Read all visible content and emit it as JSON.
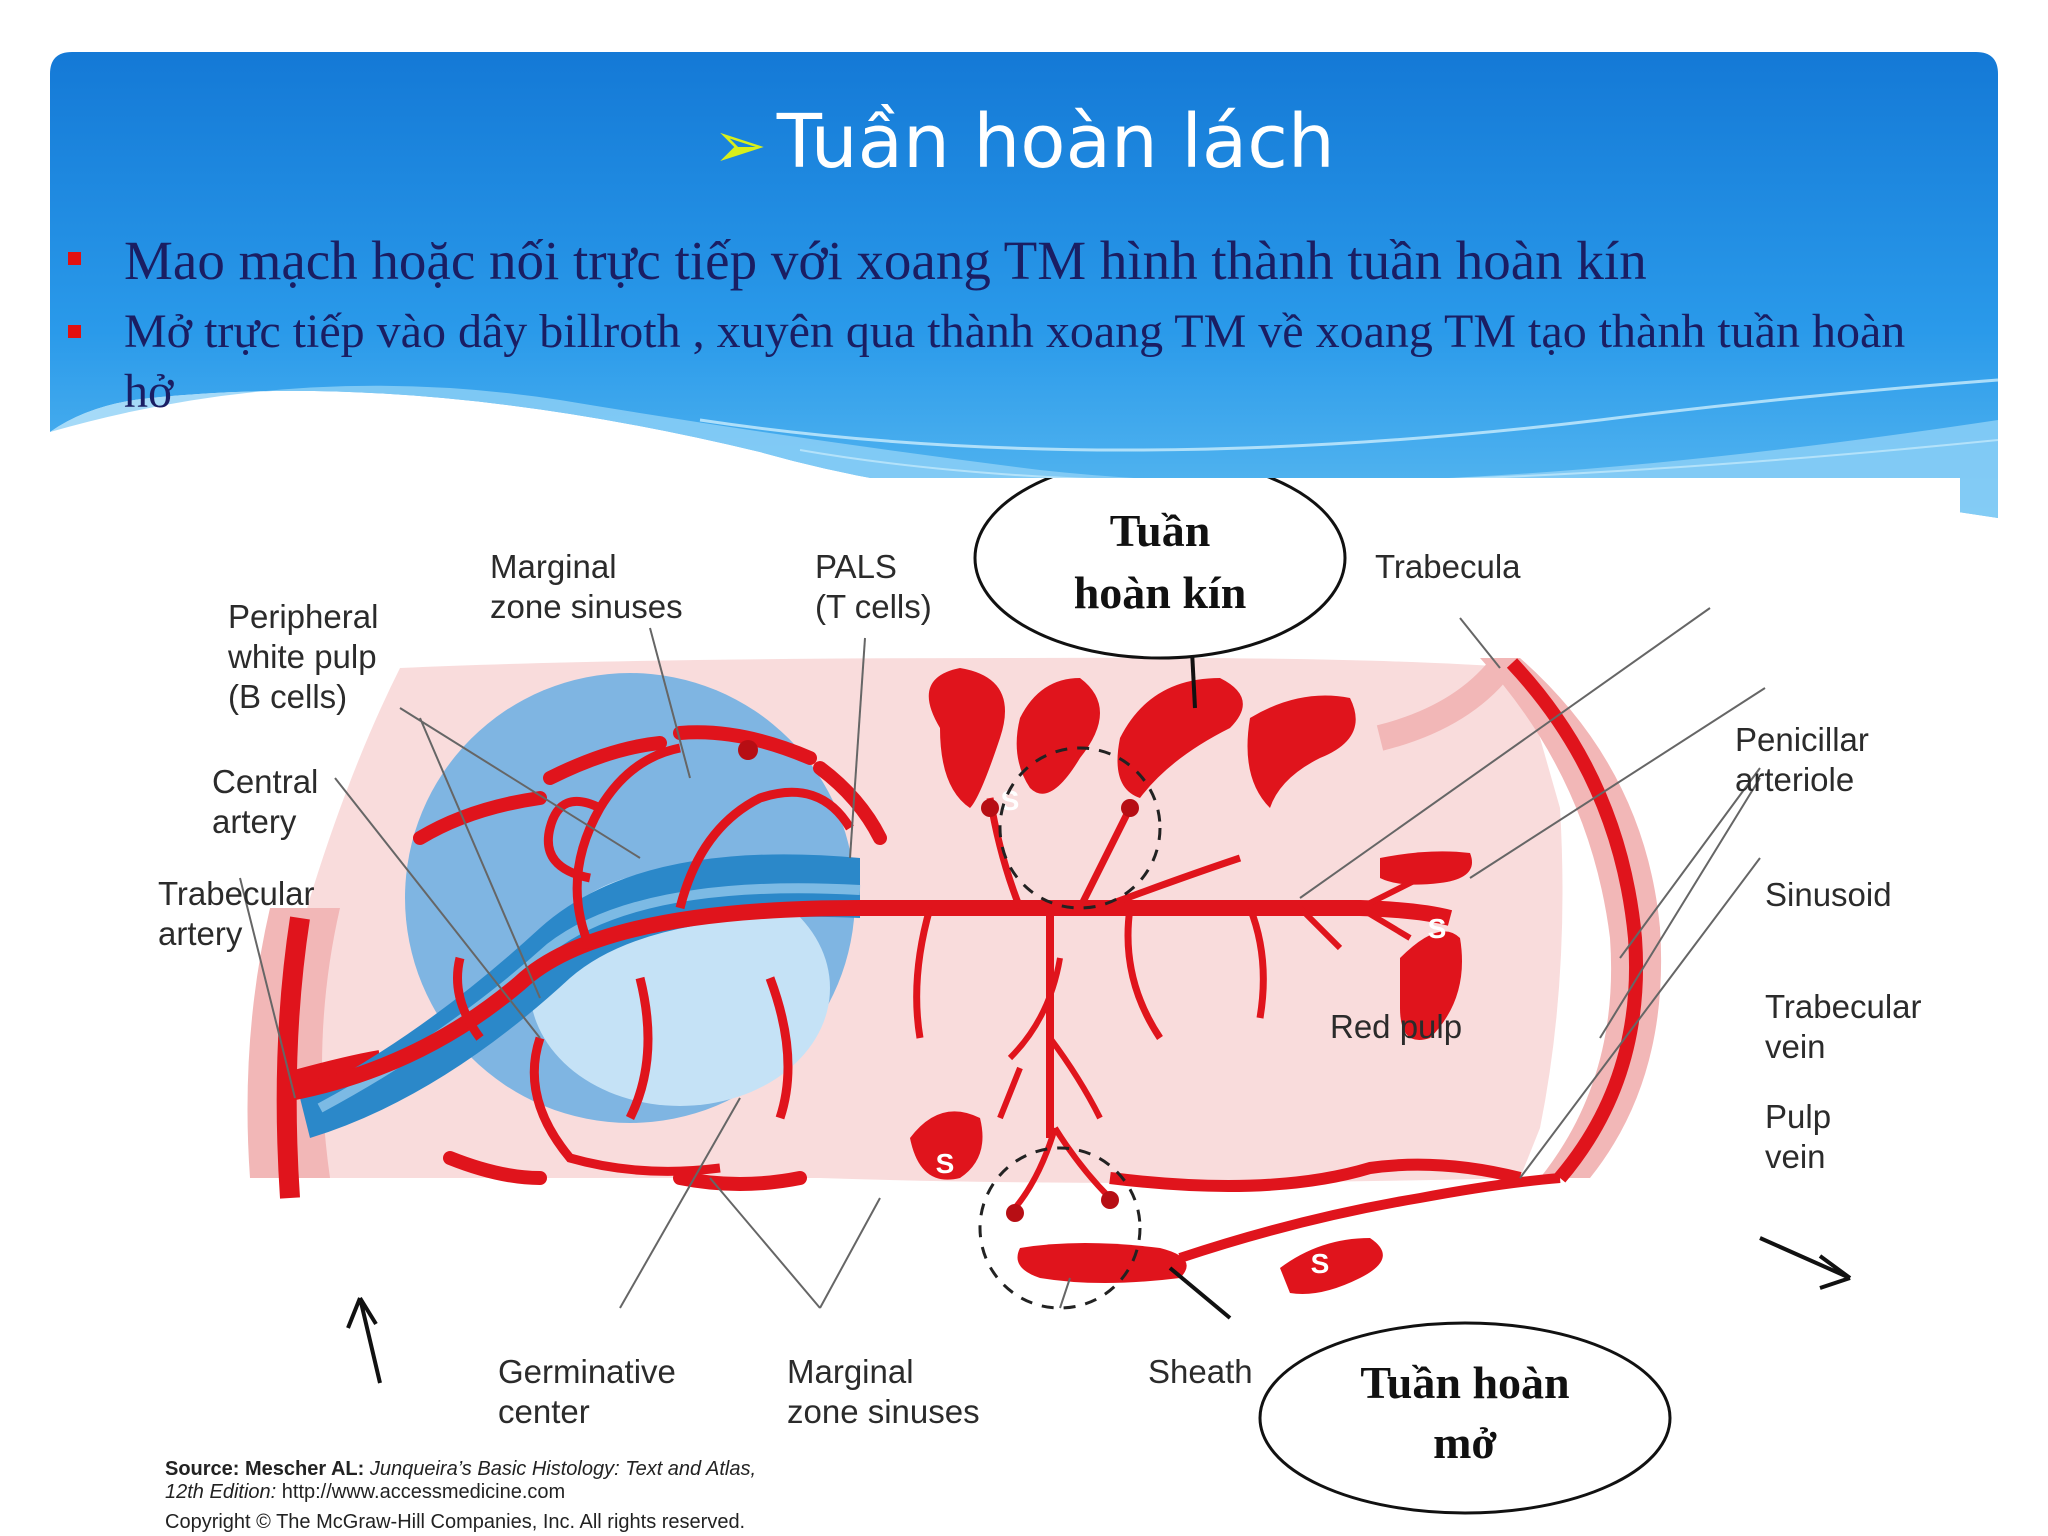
{
  "slide": {
    "title_marker": "➢",
    "title": "Tuần hoàn lách",
    "bullets": [
      "Mao mạch hoặc nối trực tiếp với xoang TM hình thành tuần hoàn kín",
      "Mở trực tiếp vào dây billroth , xuyên qua thành xoang TM về xoang TM tạo thành tuần hoàn hở"
    ],
    "colors": {
      "header": "#1e88e0",
      "bullet_marker": "#e31010",
      "bullet_text": "#1a1e63",
      "vessel": "#e0141c",
      "pulp": "#f8d8d8",
      "white_pulp": "#7fb5e2"
    }
  },
  "figure": {
    "callouts": {
      "closed": [
        "Tuần",
        "hoàn kín"
      ],
      "open": [
        "Tuần hoàn",
        "mở"
      ]
    },
    "labels": {
      "marginal_zone_sinuses_top": [
        "Marginal",
        "zone sinuses"
      ],
      "pals": [
        "PALS",
        "(T cells)"
      ],
      "trabecula": "Trabecula",
      "peripheral_white_pulp": [
        "Peripheral",
        "white pulp",
        "(B cells)"
      ],
      "central_artery": [
        "Central",
        "artery"
      ],
      "trabecular_artery": [
        "Trabecular",
        "artery"
      ],
      "penicillar_arteriole": [
        "Penicillar",
        "arteriole"
      ],
      "sinusoid": "Sinusoid",
      "trabecular_vein": [
        "Trabecular",
        "vein"
      ],
      "pulp_vein": [
        "Pulp",
        "vein"
      ],
      "red_pulp": "Red pulp",
      "germinative_center": [
        "Germinative",
        "center"
      ],
      "marginal_zone_sinuses_bottom": [
        "Marginal",
        "zone sinuses"
      ],
      "sheath": "Sheath",
      "sinus_marker": "S"
    },
    "source": {
      "line1_prefix": "Source: Mescher AL: ",
      "line1_title": "Junqueira’s Basic Histology: Text and Atlas,",
      "line2_edition": "12th Edition:",
      "line2_url": " http://www.accessmedicine.com",
      "line3": "Copyright © The McGraw-Hill Companies, Inc. All rights reserved."
    }
  }
}
